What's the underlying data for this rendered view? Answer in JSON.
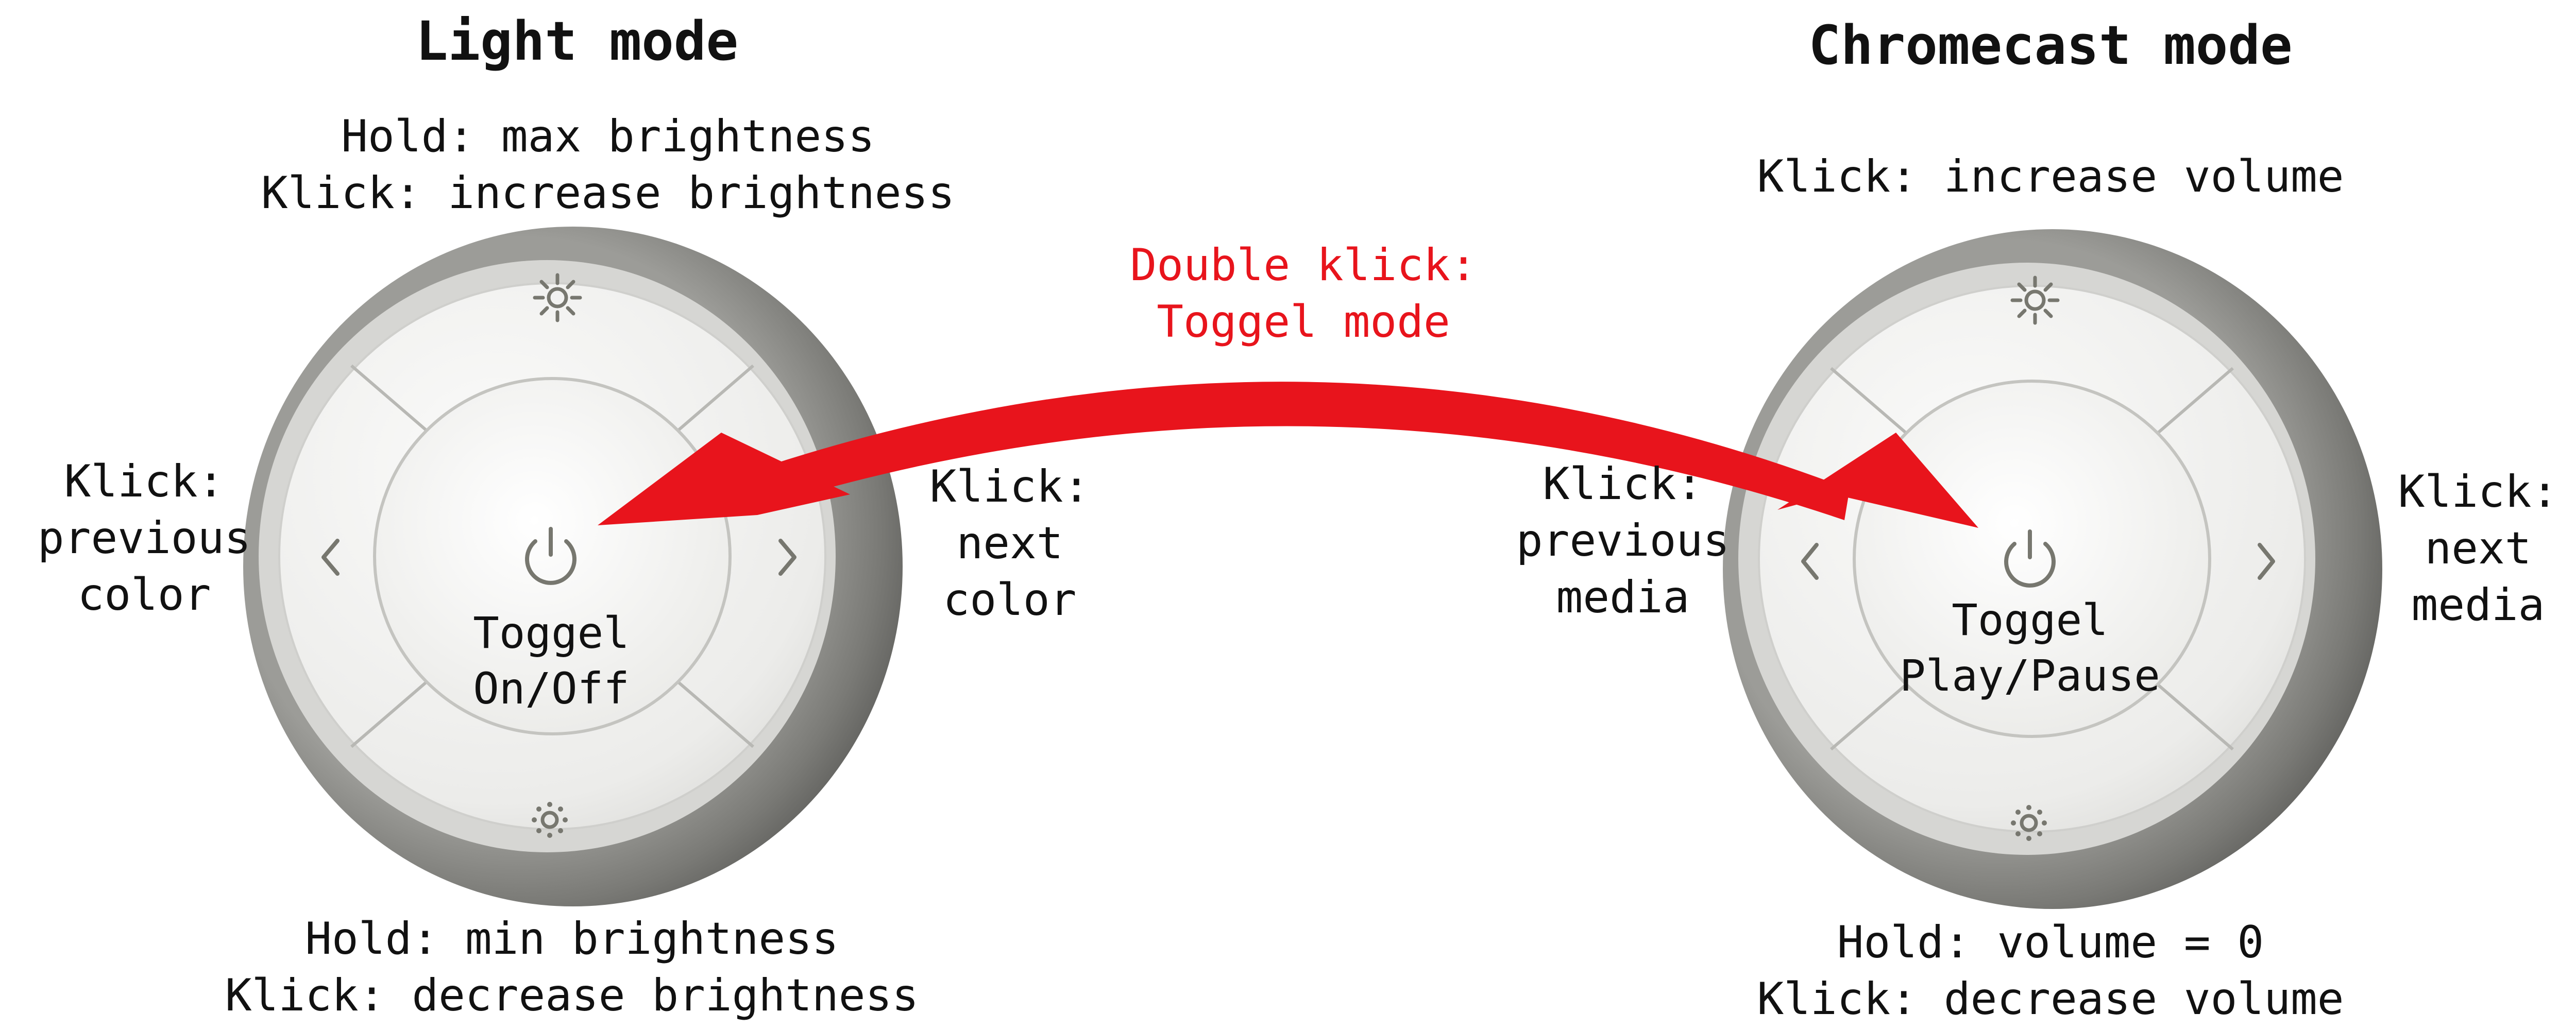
{
  "light": {
    "title": "Light mode",
    "top": {
      "line1": "Hold: max brightness",
      "line2": "Klick: increase brightness"
    },
    "left": {
      "line1": "Klick:",
      "line2": "previous",
      "line3": "color"
    },
    "right": {
      "line1": "Klick:",
      "line2": "next",
      "line3": "color"
    },
    "center": {
      "line1": "Toggel",
      "line2": "On/Off"
    },
    "bottom": {
      "line1": "Hold: min brightness",
      "line2": "Klick: decrease brightness"
    }
  },
  "chromecast": {
    "title": "Chromecast mode",
    "top": {
      "line1": "Klick: increase volume"
    },
    "left": {
      "line1": "Klick:",
      "line2": "previous",
      "line3": "media"
    },
    "right": {
      "line1": "Klick:",
      "line2": "next",
      "line3": "media"
    },
    "center": {
      "line1": "Toggel",
      "line2": "Play/Pause"
    },
    "bottom": {
      "line1": "Hold: volume = 0",
      "line2": "Klick: decrease volume"
    }
  },
  "arrow": {
    "line1": "Double klick:",
    "line2": "Toggel mode",
    "color": "#e8141c"
  },
  "icons": [
    "sun-bright-icon",
    "sun-dim-icon",
    "chevron-left-icon",
    "chevron-right-icon",
    "power-icon",
    "double-arrow-icon"
  ]
}
